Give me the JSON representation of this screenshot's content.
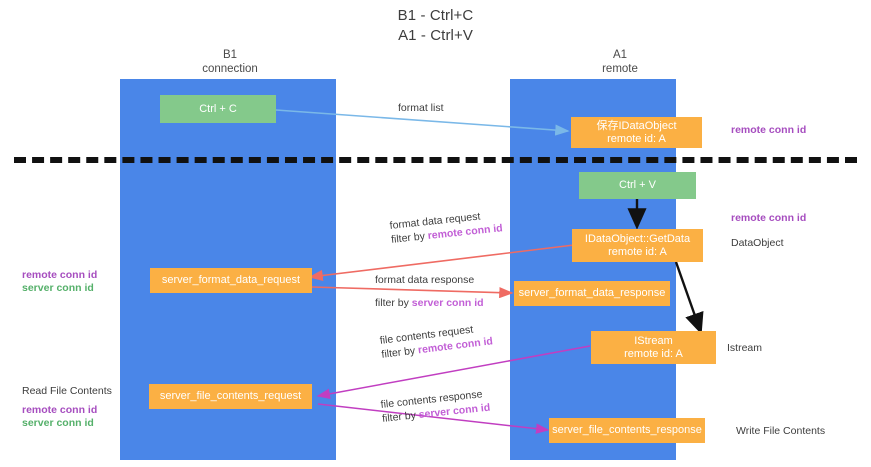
{
  "title": {
    "line1": "B1 - Ctrl+C",
    "line2": "A1 - Ctrl+V"
  },
  "lanes": [
    {
      "name": "B1",
      "sub": "connection"
    },
    {
      "name": "A1",
      "sub": "remote"
    }
  ],
  "nodes": {
    "ctrl_c": {
      "label": "Ctrl + C"
    },
    "ctrl_v": {
      "label": "Ctrl + V"
    },
    "data_object_remote": {
      "label": "保存IDataObject",
      "sub": "remote id: A"
    },
    "get_data": {
      "label": "IDataObject::GetData",
      "sub": "remote id: A"
    },
    "istream": {
      "label": "IStream",
      "sub": "remote id: A"
    },
    "server_format_data_request": {
      "label": "server_format_data_request"
    },
    "server_format_data_response": {
      "label": "server_format_data_response"
    },
    "server_file_contents_request": {
      "label": "server_file_contents_request"
    },
    "server_file_contents_response": {
      "label": "server_file_contents_response"
    }
  },
  "edges": {
    "format_list": {
      "label": "format list"
    },
    "format_data_request": {
      "label": "format data request",
      "filter_prefix": "filter by ",
      "filter_key": "remote conn id"
    },
    "format_data_response": {
      "label": "format data response",
      "filter_prefix": "filter by ",
      "filter_key": "server conn id"
    },
    "file_contents_request": {
      "label": "file contents request",
      "filter_prefix": "filter by ",
      "filter_key": "remote conn id"
    },
    "file_contents_response": {
      "label": "file contents response",
      "filter_prefix": "filter by ",
      "filter_key": "server conn id"
    }
  },
  "right_annotations": [
    {
      "text": "remote conn id",
      "kind": "rcid"
    },
    {
      "text": "remote conn id",
      "kind": "rcid"
    },
    {
      "text": "DataObject",
      "kind": "plain"
    },
    {
      "text": "Istream",
      "kind": "plain"
    },
    {
      "text": "Write File Contents",
      "kind": "plain"
    }
  ],
  "left_annotations": [
    {
      "text": "remote conn id",
      "kind": "rcid"
    },
    {
      "text": "server conn id",
      "kind": "scid"
    },
    {
      "text": "Read File Contents",
      "kind": "plain"
    },
    {
      "text": "remote conn id",
      "kind": "rcid"
    },
    {
      "text": "server conn id",
      "kind": "scid"
    }
  ],
  "colors": {
    "lane": "#4a86e8",
    "green_box": "#84c98b",
    "orange_box": "#fbb044",
    "arrow_blue": "#7ab8e8",
    "arrow_red": "#ef6b63",
    "arrow_magenta": "#c13ec1",
    "arrow_black": "#111111",
    "remote_conn_id": "#a64dbf",
    "server_conn_id": "#55b06a"
  }
}
